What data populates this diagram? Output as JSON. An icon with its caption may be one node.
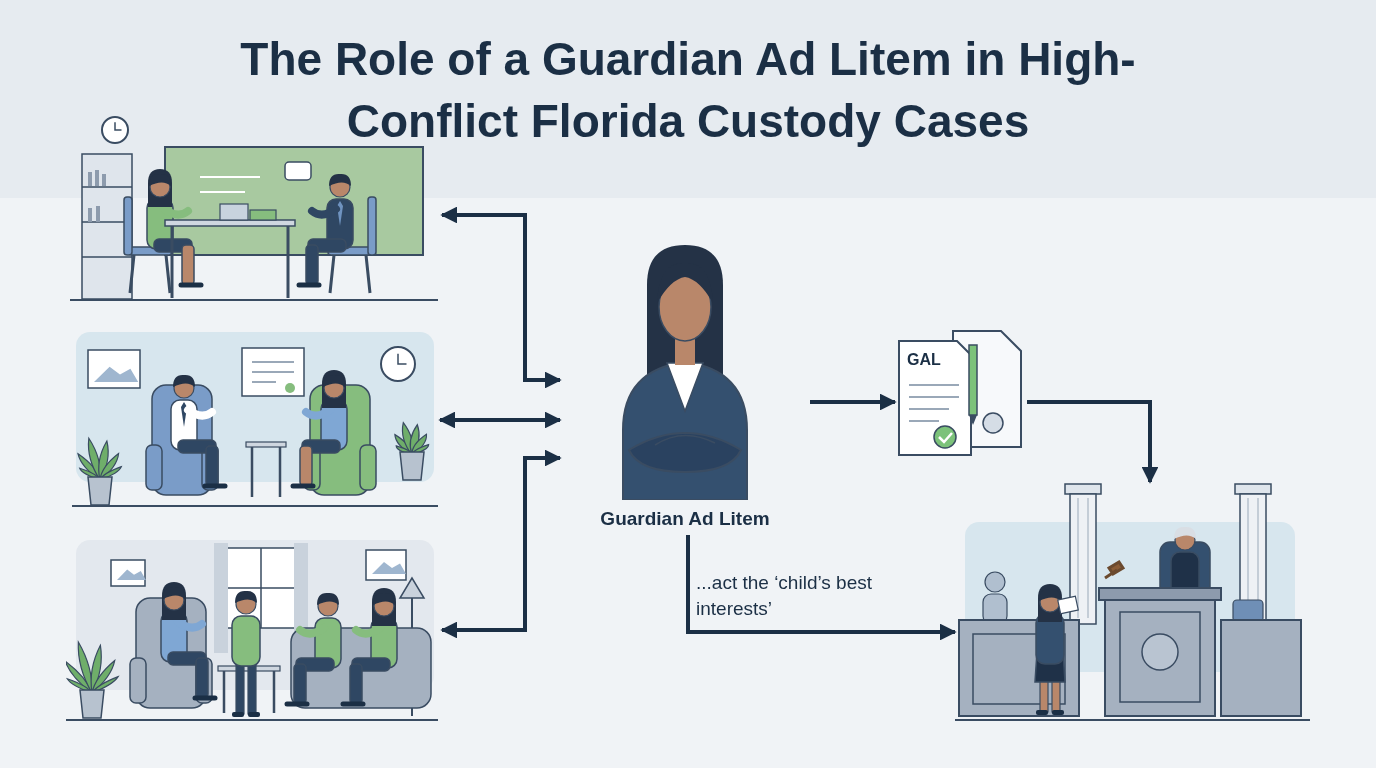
{
  "diagram": {
    "title": "The Role of a Guardian Ad Litem in High-Conflict Florida Custody Cases",
    "nodes": [
      {
        "text": [],
        "shape": "picture"
      },
      {
        "text": [],
        "shape": "picture"
      },
      {
        "text": [],
        "shape": "picture"
      },
      {
        "text": [],
        "shape": "picture",
        "beside": [
          "Guardian Ad Litem"
        ]
      },
      {
        "text": [
          "GAL"
        ]
      },
      {
        "text": [],
        "shape": "picture"
      }
    ],
    "edges": [
      {
        "from": 0,
        "to": 3,
        "arrow": "both"
      },
      {
        "from": 1,
        "to": 3,
        "arrow": "both"
      },
      {
        "from": 2,
        "to": 3,
        "arrow": "both"
      },
      {
        "from": 3,
        "to": 4,
        "arrow": "to"
      },
      {
        "from": 4,
        "to": 5,
        "arrow": "to"
      },
      {
        "from": 3,
        "to": 5,
        "arrow": "to",
        "label": "...act the ‘child’s best interests’"
      }
    ]
  }
}
